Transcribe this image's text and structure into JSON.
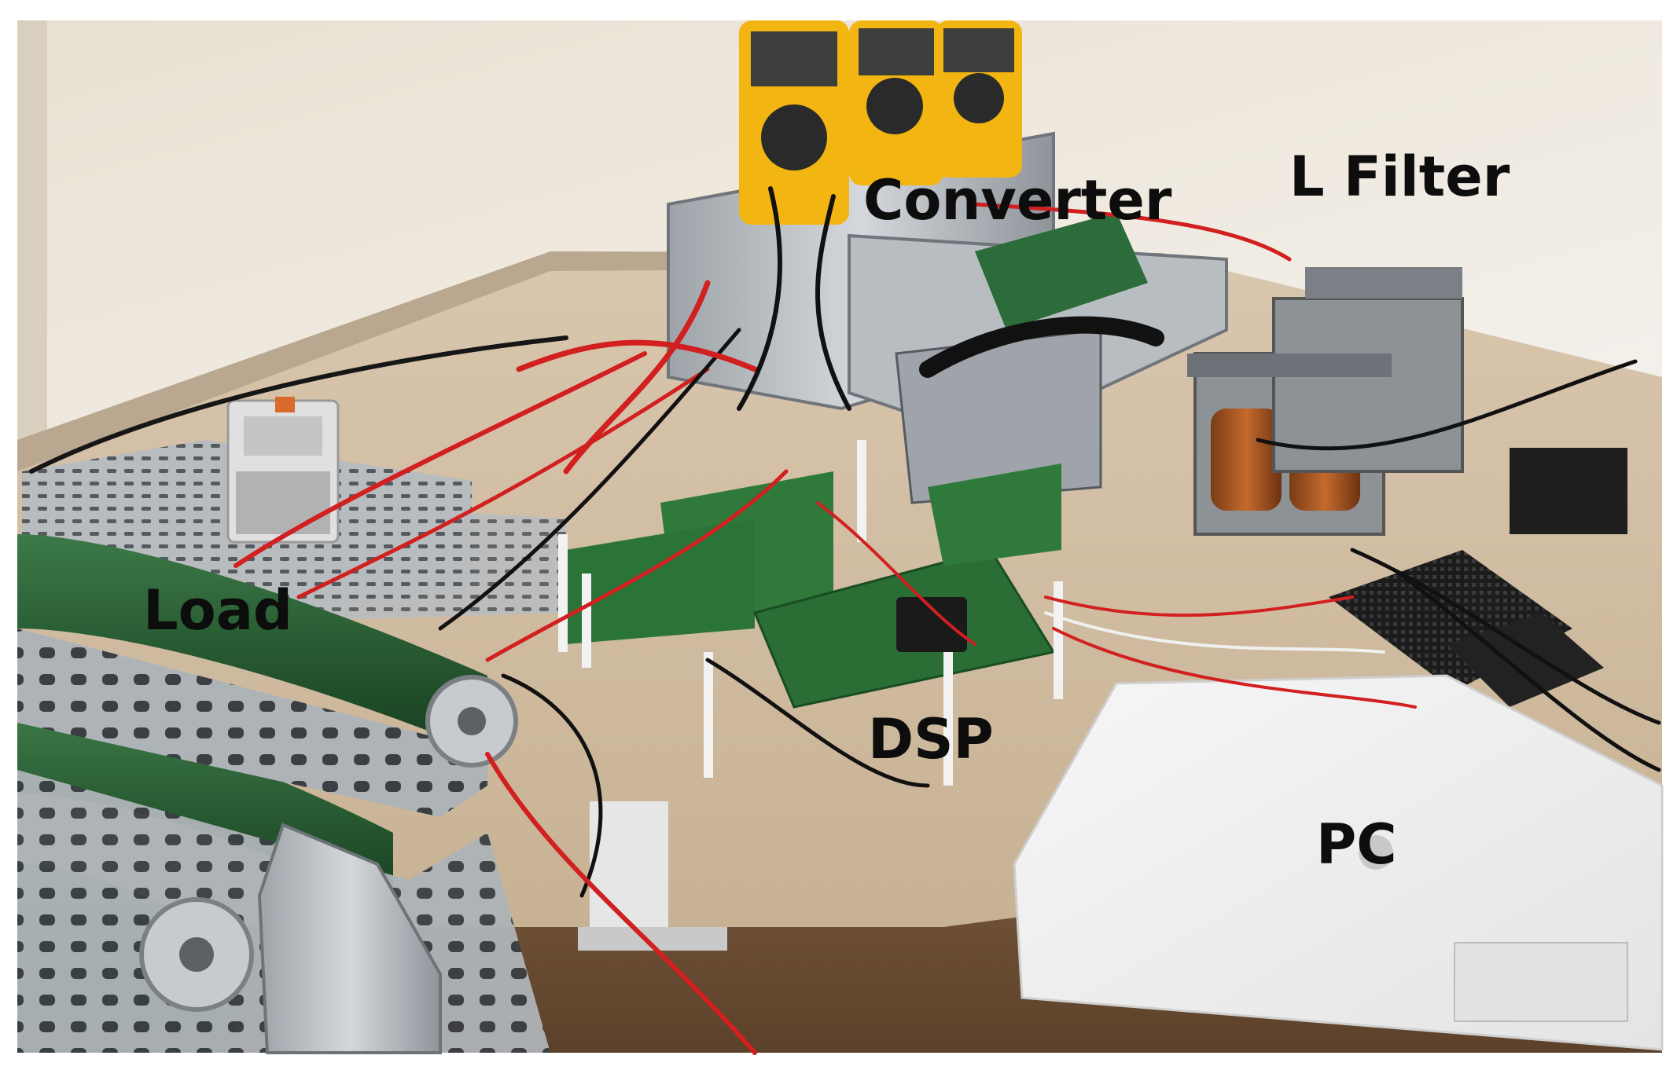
{
  "figure": {
    "labels": {
      "converter": "Converter",
      "l_filter": "L Filter",
      "load": "Load",
      "dsp": "DSP",
      "pc": "PC"
    }
  }
}
